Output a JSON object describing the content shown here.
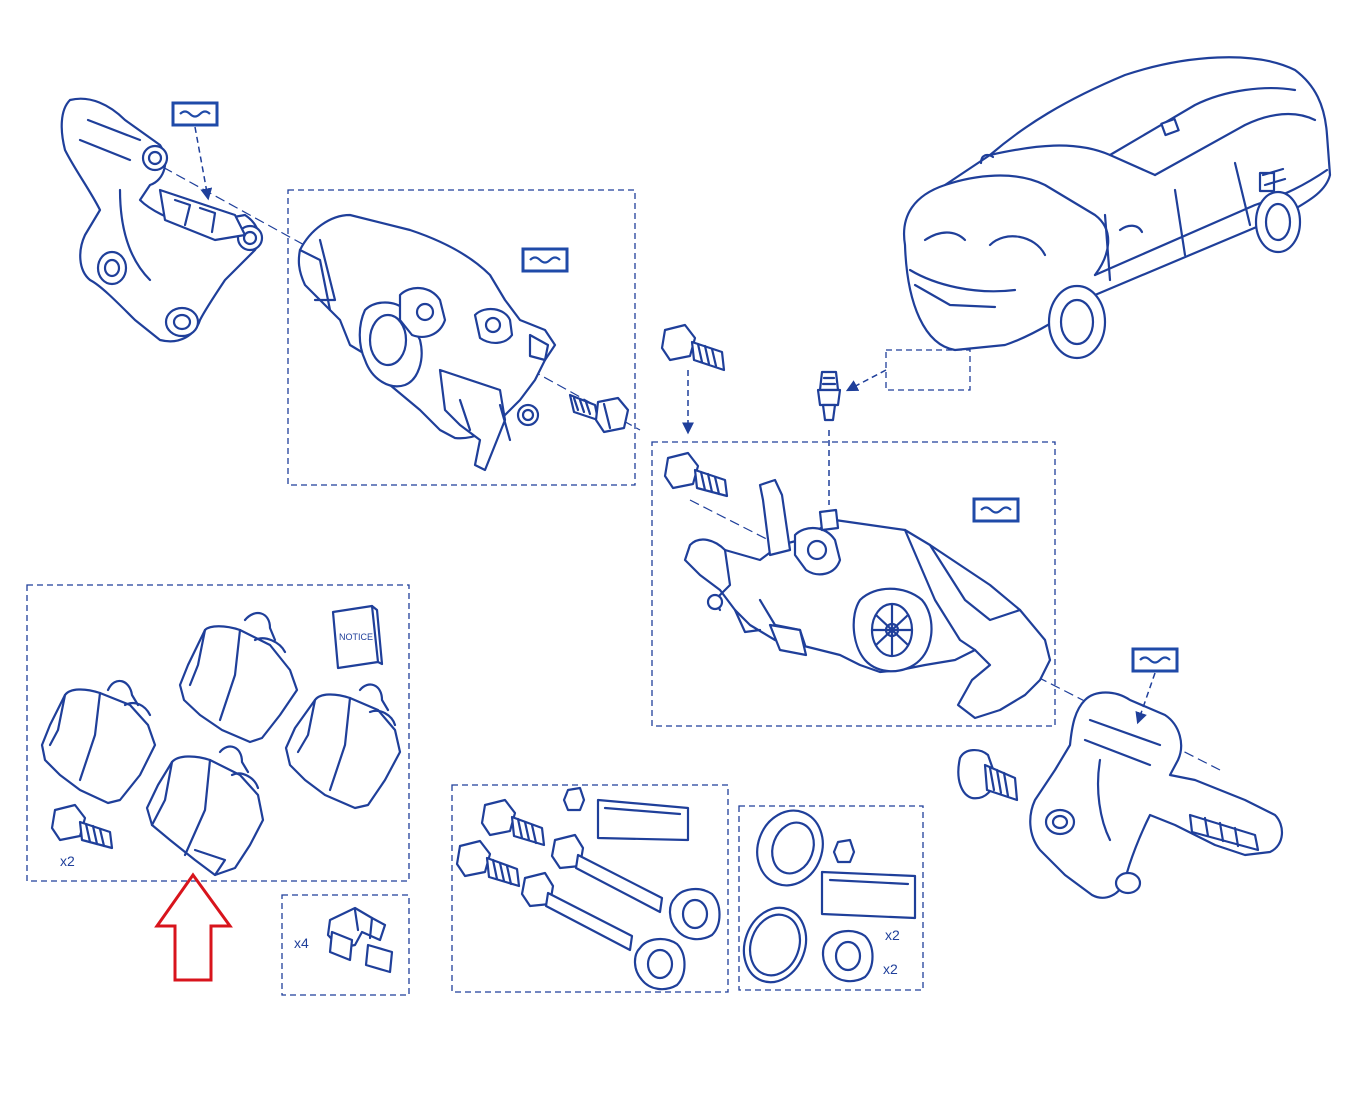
{
  "diagram": {
    "notice_label": "NOTICE",
    "qty_x2": "x2",
    "qty_x4": "x4",
    "highlight_color": "#d8141c",
    "line_color": "#1f3f9a"
  }
}
